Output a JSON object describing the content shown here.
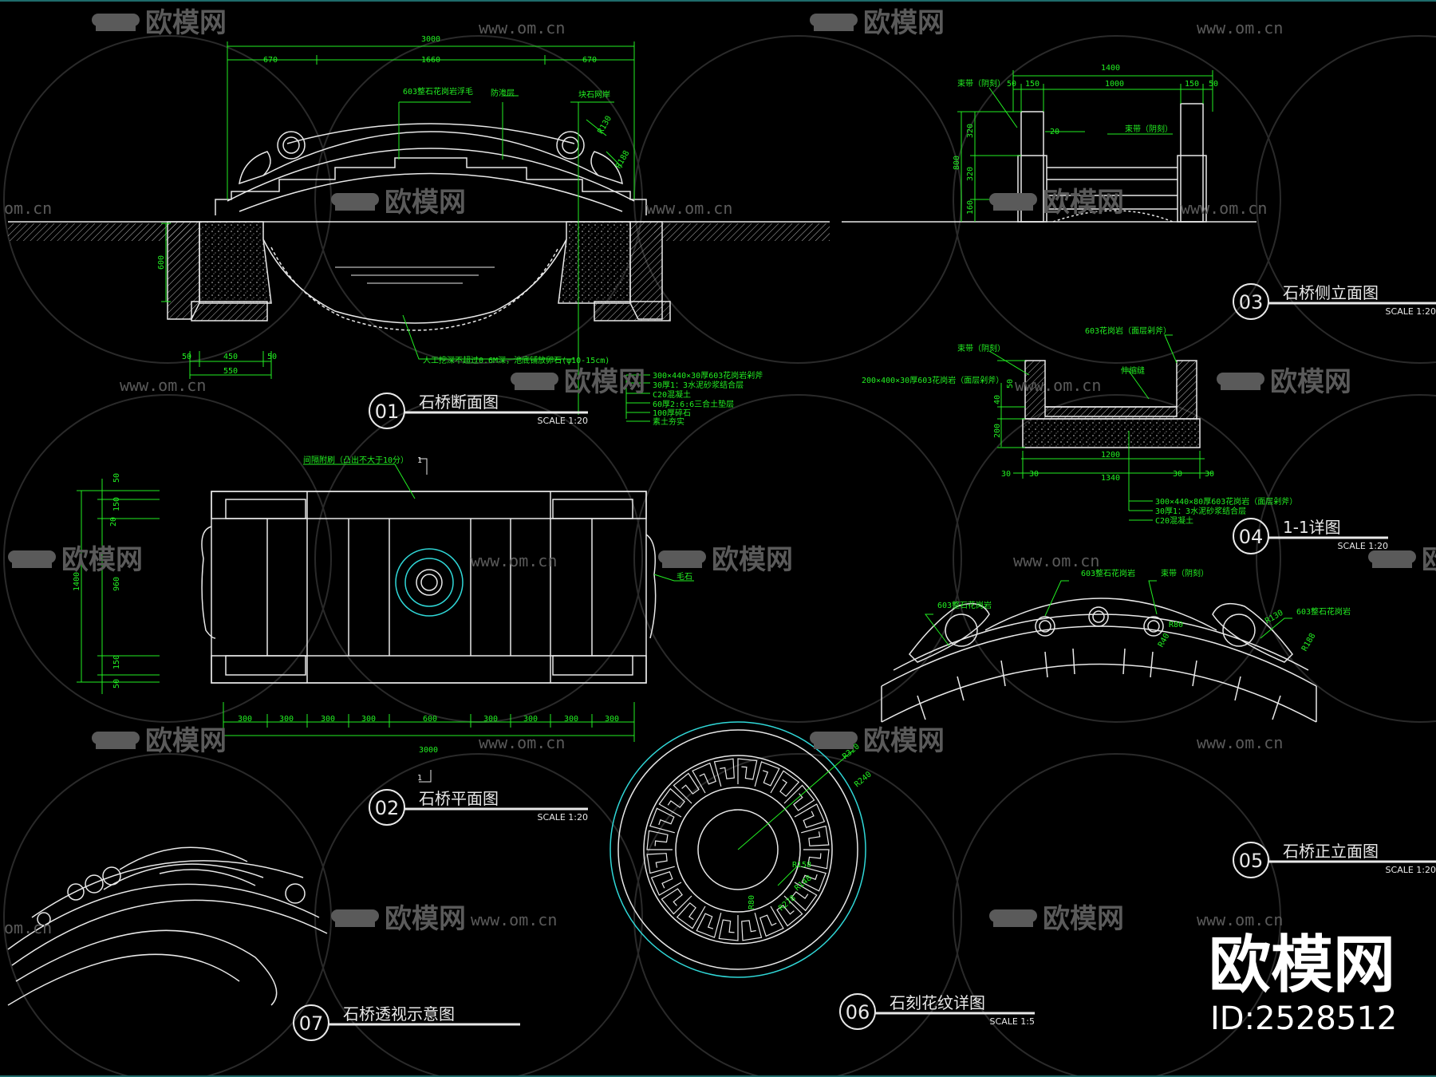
{
  "watermark": {
    "brand": "欧模网",
    "url": "www.om.cn",
    "url_short": "om.cn",
    "id_label": "ID:2528512",
    "colors": {
      "watermark": "#5a5a5a",
      "brand_big": "#ffffff"
    }
  },
  "colors": {
    "line": "#e8e8e8",
    "dim": "#22ee22",
    "accent": "#30d8d8",
    "background": "#000000"
  },
  "drawings": [
    {
      "num": "01",
      "title": "石桥断面图",
      "scale": "SCALE 1:20"
    },
    {
      "num": "02",
      "title": "石桥平面图",
      "scale": "SCALE 1:20"
    },
    {
      "num": "03",
      "title": "石桥侧立面图",
      "scale": "SCALE 1:20"
    },
    {
      "num": "04",
      "title": "1-1详图",
      "scale": "SCALE 1:20"
    },
    {
      "num": "05",
      "title": "石桥正立面图",
      "scale": "SCALE 1:20"
    },
    {
      "num": "06",
      "title": "石刻花纹详图",
      "scale": "SCALE 1:5"
    },
    {
      "num": "07",
      "title": "石桥透视示意图",
      "scale": ""
    }
  ],
  "section": {
    "dims_top": [
      "3000",
      "670",
      "1660",
      "670"
    ],
    "dim_600": "600",
    "dims_bottom": [
      "50",
      "450",
      "50",
      "550"
    ],
    "notes_top": [
      "603整石花岗岩浮毛",
      "防渗层",
      "块石网岸"
    ],
    "radius": [
      "R130",
      "R188"
    ],
    "note_bottom": "人工挖深不超过0.6M深，池底铺放卵石(φ10-15cm)",
    "layers": [
      "300×440×30厚603花岗岩剁斧",
      "30厚1：3水泥砂浆结合层",
      "C20混凝土",
      "60厚2:6:6三合土垫层",
      "100厚碎石",
      "素土夯实"
    ]
  },
  "plan": {
    "note": "间隔附刷（凸出不大于10分）",
    "cut_label": "1",
    "dims_bottom": [
      "300",
      "300",
      "300",
      "300",
      "600",
      "300",
      "300",
      "300",
      "300"
    ],
    "total": "3000",
    "dims_left": [
      "50",
      "20",
      "150",
      "960",
      "150",
      "50"
    ],
    "total_left": "1400",
    "side_note": "毛石"
  },
  "side_elev": {
    "dims_top": [
      "1400",
      "50",
      "150",
      "1000",
      "150",
      "50"
    ],
    "labels": [
      "束带（阴刻）",
      "束带（阴刻）"
    ],
    "dims_left": [
      "320",
      "320",
      "160"
    ],
    "total_left": "800",
    "small": "20"
  },
  "detail_1_1": {
    "notes": [
      "603花岗岩（面层剁斧）",
      "束带（阴刻）",
      "200×400×30厚603花岗岩（面层剁斧）",
      "伸缩缝"
    ],
    "dims": [
      "1200",
      "1340",
      "30",
      "30",
      "30",
      "30"
    ],
    "dims_left": [
      "50",
      "40",
      "200"
    ],
    "layers": [
      "300×440×80厚603花岗岩（面层剁斧）",
      "30厚1：3水泥砂浆结合层",
      "C20混凝土"
    ]
  },
  "front_elev": {
    "notes": [
      "603整石花岗岩",
      "603整石花岗岩",
      "束带（阴刻）",
      "603整石花岗岩"
    ],
    "radius": [
      "R130",
      "R188",
      "R80",
      "R40"
    ]
  },
  "carving": {
    "radius": [
      "R320",
      "R240",
      "R158",
      "R148",
      "R278",
      "R80"
    ]
  }
}
